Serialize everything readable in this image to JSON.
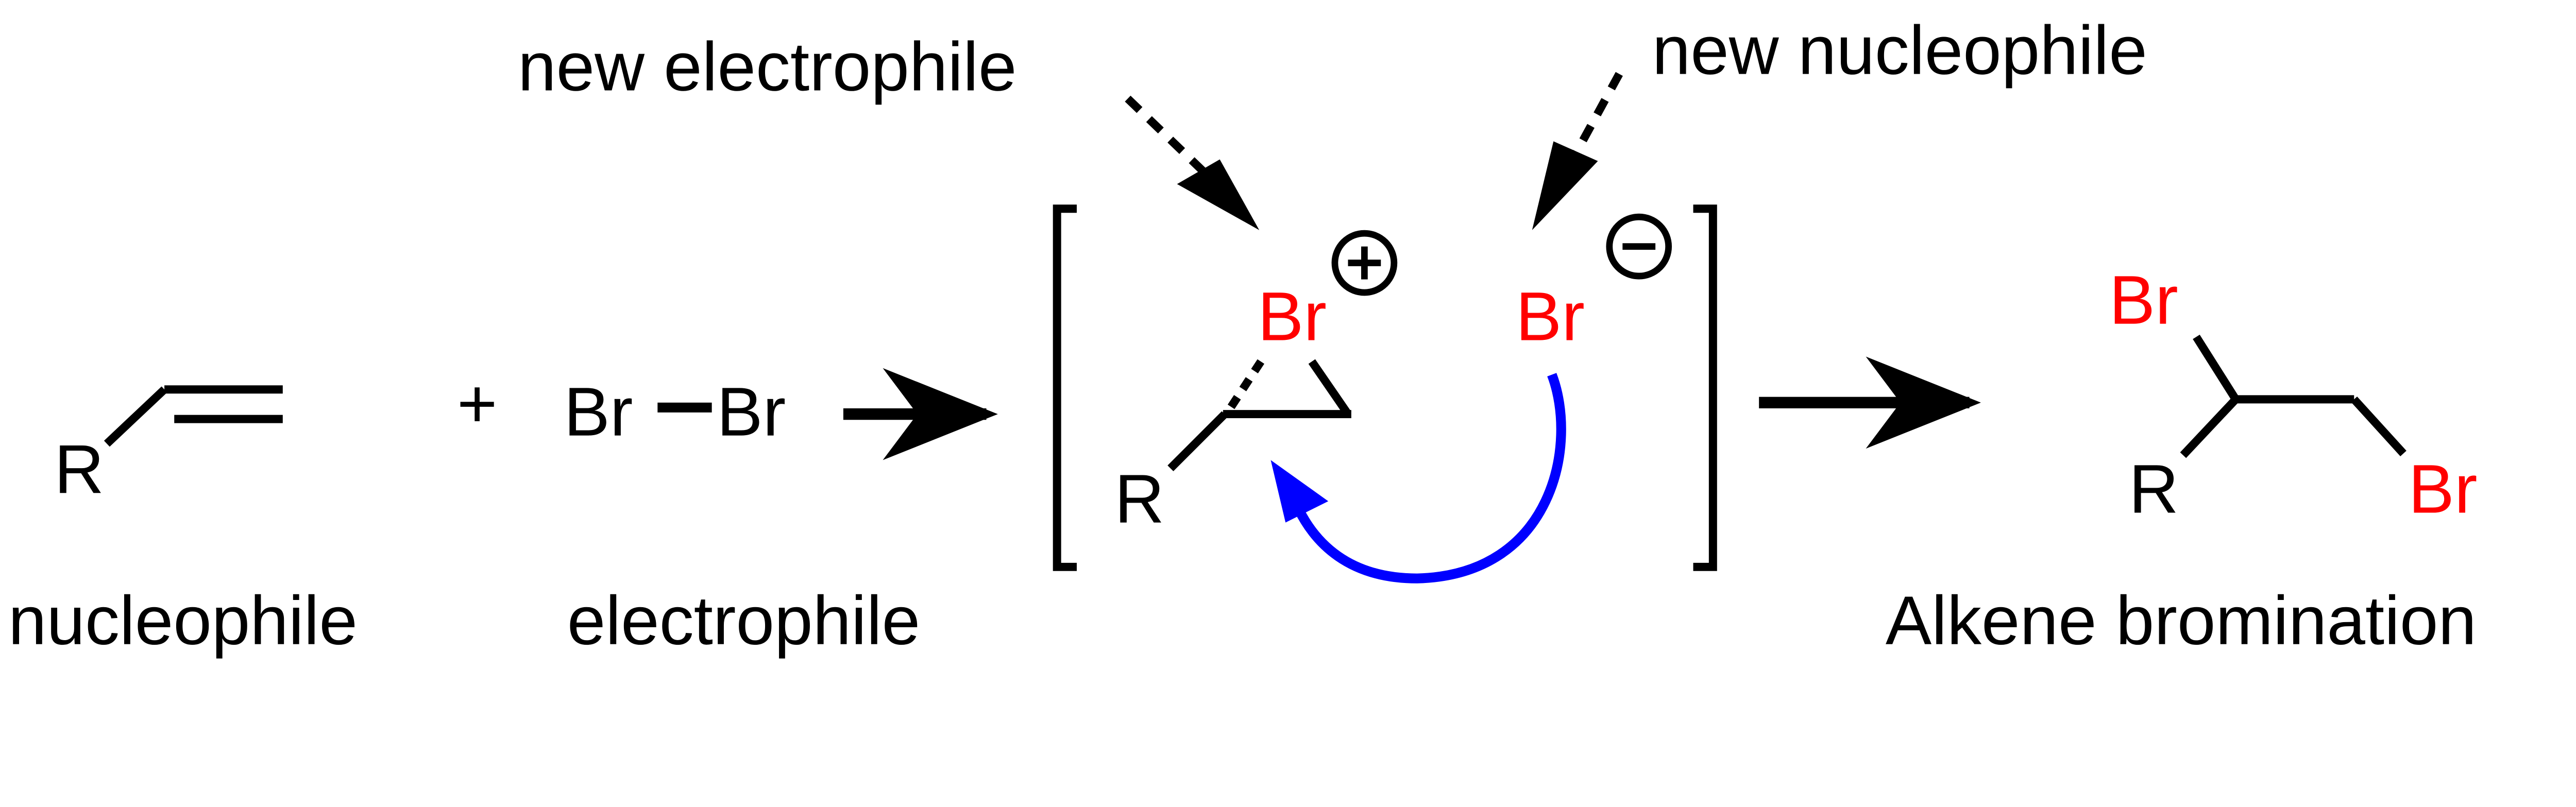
{
  "annotations": {
    "new_electrophile": "new electrophile",
    "new_nucleophile": "new nucleophile"
  },
  "reactants": {
    "alkene": {
      "substituent": "R",
      "label": "nucleophile"
    },
    "plus": "+",
    "bromine": {
      "atom1": "Br",
      "atom2": "Br",
      "label": "electrophile"
    }
  },
  "intermediate": {
    "bromonium": {
      "atom": "Br",
      "charge": "+",
      "substituent": "R"
    },
    "bromide": {
      "atom": "Br",
      "charge": "−"
    }
  },
  "product": {
    "atom_top": "Br",
    "atom_bottom": "Br",
    "substituent": "R",
    "label": "Alkene bromination"
  },
  "colors": {
    "halogen": "#ff0000",
    "curved_arrow": "#0000ff",
    "default": "#000000"
  }
}
